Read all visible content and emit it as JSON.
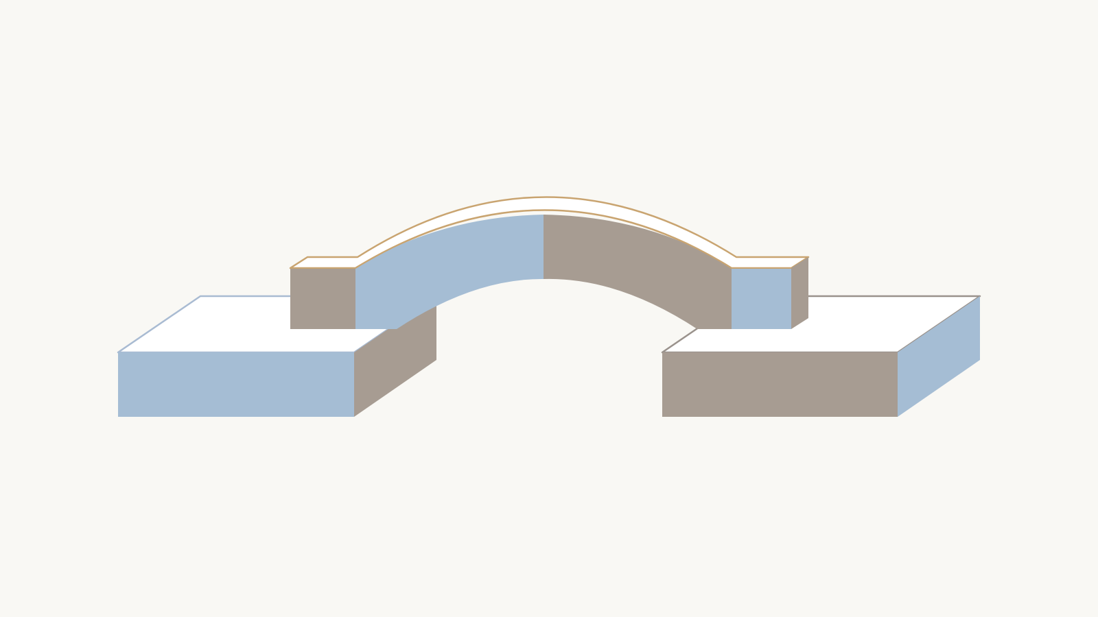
{
  "diagram": {
    "subject": "isometric-arch-bridge-on-two-slabs",
    "colors": {
      "background": "#f9f8f4",
      "blue_face": "#a5bdd4",
      "taupe_face": "#a79c92",
      "top_face": "#ffffff",
      "slab_left_outline": "#a9bbd2",
      "slab_right_outline": "#9a928c",
      "arch_outline": "#c9a470"
    },
    "parts": [
      "left-slab",
      "right-slab",
      "arch-bridge"
    ]
  }
}
